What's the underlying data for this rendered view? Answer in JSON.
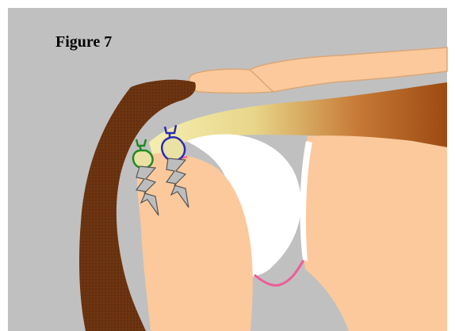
{
  "figure": {
    "title": "Figure 7"
  },
  "colors": {
    "background": "#c0c0c0",
    "border": "#ffffff",
    "skin": "#fcc99c",
    "skin_outline": "#d9a779",
    "deltoid_dark": "#6b3310",
    "tendon_light": "#f2e7a6",
    "tendon_dark": "#9c4a12",
    "humeral_head": "#ffffff",
    "capsule_line": "#ec5d97",
    "receptor_green": "#1f8a1f",
    "receptor_blue": "#2a2ab8",
    "lightning_fill": "#bdbdbd",
    "lightning_outline": "#555555"
  },
  "elements": {
    "nociceptor_left": "pain-receptor-green",
    "nociceptor_right": "pain-receptor-blue",
    "signal_left": "lightning-bolt-icon",
    "signal_right": "lightning-bolt-icon"
  }
}
